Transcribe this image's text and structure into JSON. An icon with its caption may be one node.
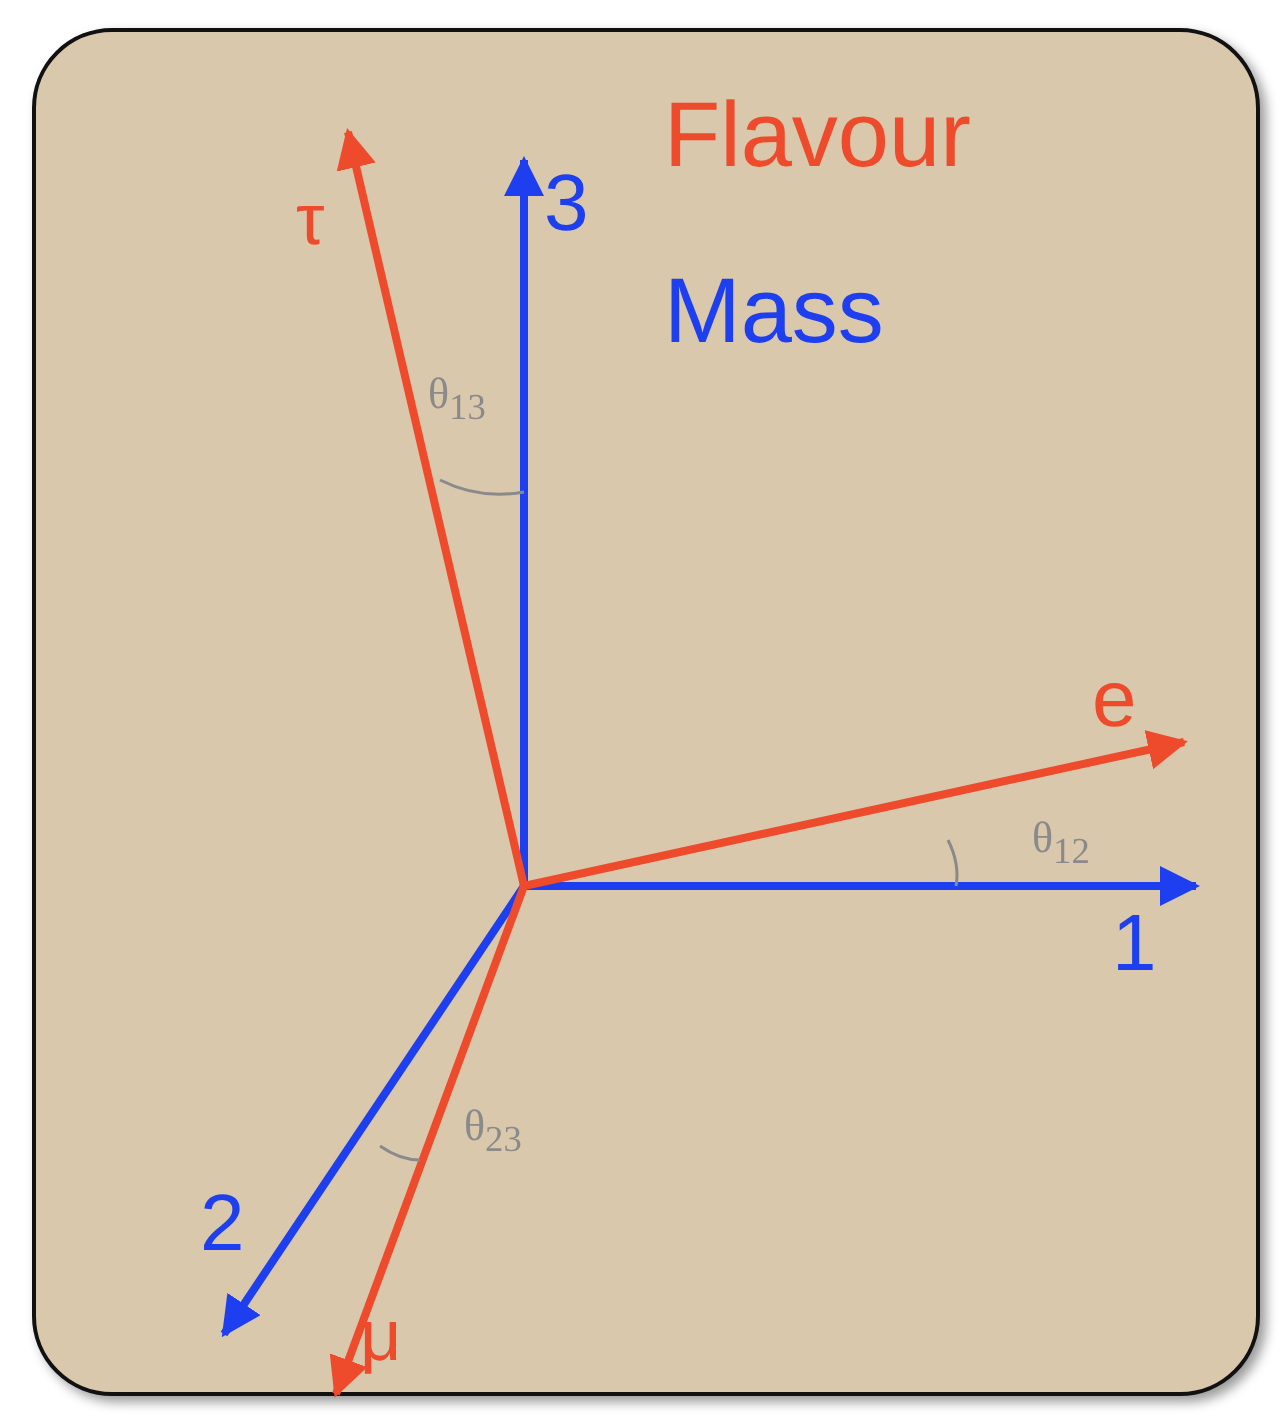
{
  "diagram": {
    "labels": [
      "τ",
      "3",
      "θ$_{13}$",
      "e",
      "θ$_{12}$",
      "1",
      "θ$_{23}$",
      "2",
      "μ"
    ],
    "legend": [
      {
        "text": "Flavour",
        "color": "#ee4a2c"
      },
      {
        "text": "Mass",
        "color": "#1e3ff0"
      }
    ]
  }
}
